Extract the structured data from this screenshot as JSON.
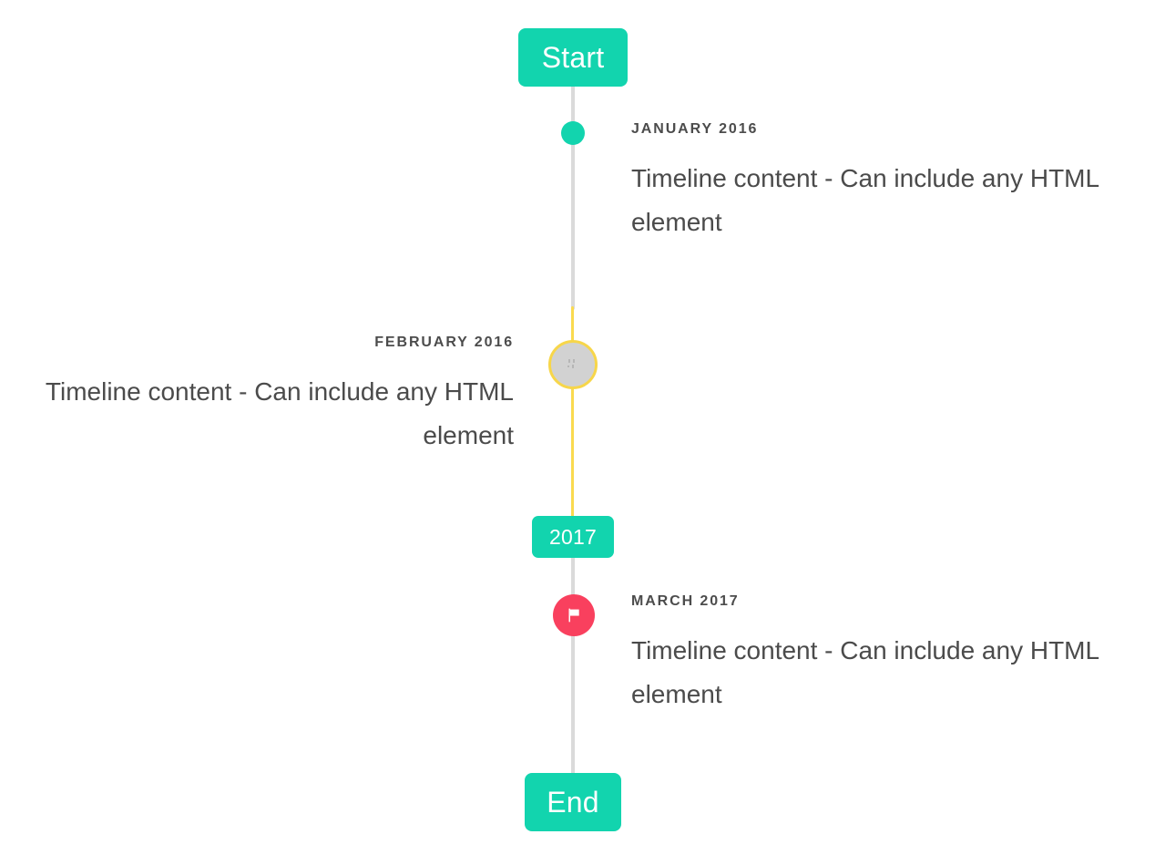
{
  "timeline": {
    "background_color": "#ffffff",
    "accent_color": "#12d4ae",
    "yellow_color": "#fada4f",
    "pink_color": "#f9405e",
    "gray_rail_color": "#dadada",
    "text_color": "#4b4b4b",
    "start_badge": {
      "label": "Start"
    },
    "mid_badge": {
      "label": "2017"
    },
    "end_badge": {
      "label": "End"
    },
    "entries": [
      {
        "date": "January 2016",
        "body": "Timeline content - Can include any HTML element",
        "side": "right",
        "marker": "dot",
        "marker_color": "#12d4ae",
        "marker_icon": ""
      },
      {
        "date": "February 2016",
        "body": "Timeline content - Can include any HTML element",
        "side": "left",
        "marker": "ring",
        "marker_color": "#d2d2d2",
        "marker_ring_color": "#f7d64a",
        "marker_icon": "broken-image-icon"
      },
      {
        "date": "March 2017",
        "body": "Timeline content - Can include any HTML element",
        "side": "right",
        "marker": "circle",
        "marker_color": "#f9405e",
        "marker_icon": "flag-icon"
      }
    ]
  }
}
